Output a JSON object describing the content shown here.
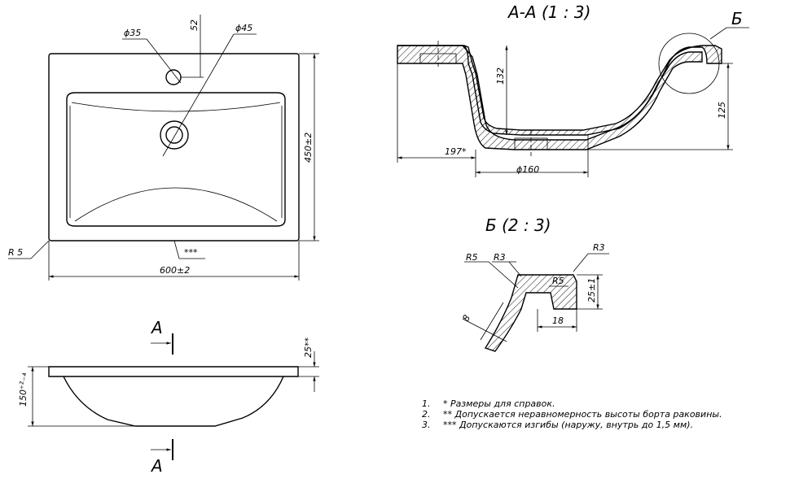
{
  "top_view": {
    "d35": "ϕ35",
    "d45": "ϕ45",
    "dim52": "52",
    "dim450": "450±2",
    "dim600": "600±2",
    "r5": "R 5",
    "stars": "***"
  },
  "front_view": {
    "cut_a_top": "A",
    "cut_a_bottom": "A",
    "dim25": "25**",
    "dim150": "150⁺²₋₄"
  },
  "section_aa": {
    "title": "A-A (1 : 3)",
    "callout": "Б",
    "dim132": "132",
    "dim125": "125",
    "dim197": "197*",
    "d160": "ϕ160"
  },
  "detail_b": {
    "title": "Б (2 : 3)",
    "r5_left": "R5",
    "r3_left": "R3",
    "r3_right": "R3",
    "r5_inner": "R5",
    "dim25": "25±1",
    "dim18": "18",
    "dim8": "8"
  },
  "notes": [
    {
      "num": "1.",
      "text": "*   Размеры для справок."
    },
    {
      "num": "2.",
      "text": "** Допускается неравномерность высоты борта   раковины."
    },
    {
      "num": "3.",
      "text": "*** Допускаются изгибы (наружу, внутрь до 1,5 мм)."
    }
  ]
}
